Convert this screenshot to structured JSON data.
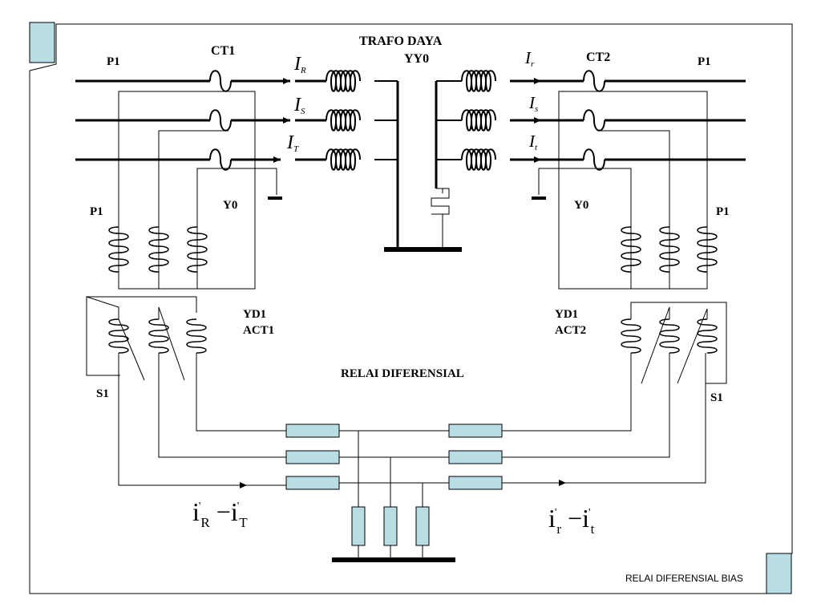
{
  "diagram": {
    "title_line1": "TRAFO DAYA",
    "title_line2": "YY0",
    "ct1_label": "CT1",
    "ct2_label": "CT2",
    "p1_top_left": "P1",
    "p1_top_right": "P1",
    "p1_mid_left": "P1",
    "p1_mid_right": "P1",
    "y0_left": "Y0",
    "y0_right": "Y0",
    "act1_line1": "YD1",
    "act1_line2": "ACT1",
    "act2_line1": "YD1",
    "act2_line2": "ACT2",
    "s1_left": "S1",
    "s1_right": "S1",
    "relay_label": "RELAI DIFERENSIAL",
    "currents_primary": [
      {
        "sym": "I",
        "sub": "R"
      },
      {
        "sym": "I",
        "sub": "S"
      },
      {
        "sym": "I",
        "sub": "T"
      }
    ],
    "currents_secondary": [
      {
        "sym": "I",
        "sub": "r"
      },
      {
        "sym": "I",
        "sub": "s"
      },
      {
        "sym": "I",
        "sub": "t"
      }
    ],
    "equation_left": {
      "a": "i",
      "a_sup": "'",
      "a_sub": "R",
      "op": "−",
      "b": "i",
      "b_sup": "'",
      "b_sub": "T"
    },
    "equation_right": {
      "a": "i",
      "a_sup": "'",
      "a_sub": "r",
      "op": "−",
      "b": "i",
      "b_sup": "'",
      "b_sub": "t"
    }
  },
  "footer": {
    "caption": "RELAI DIFERENSIAL BIAS"
  },
  "colors": {
    "accent_square": "#b8dde3",
    "resistor_fill": "#b8dde3",
    "line": "#000000"
  }
}
